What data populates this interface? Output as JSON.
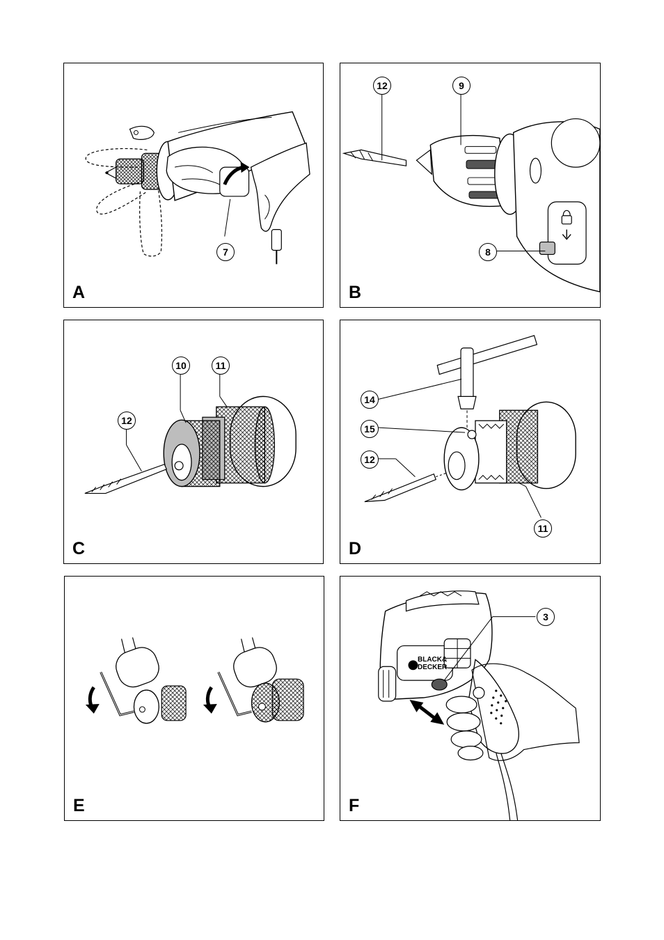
{
  "panels": {
    "a": {
      "letter": "A",
      "callouts": [
        "7"
      ]
    },
    "b": {
      "letter": "B",
      "callouts": [
        "12",
        "9",
        "8"
      ]
    },
    "c": {
      "letter": "C",
      "callouts": [
        "10",
        "11",
        "12"
      ]
    },
    "d": {
      "letter": "D",
      "callouts": [
        "14",
        "15",
        "12",
        "11"
      ]
    },
    "e": {
      "letter": "E",
      "callouts": []
    },
    "f": {
      "letter": "F",
      "callouts": [
        "3"
      ],
      "brand_line1": "BLACK&",
      "brand_line2": "DECKER"
    }
  },
  "icons": [
    "rotation-arrow-icon",
    "push-arrow-icon",
    "double-arrow-icon",
    "lock-icon",
    "unlock-arrow-icon"
  ],
  "colors": {
    "line": "#000000",
    "fill": "#ffffff",
    "shade": "#bdbdbd",
    "dark": "#555555"
  }
}
